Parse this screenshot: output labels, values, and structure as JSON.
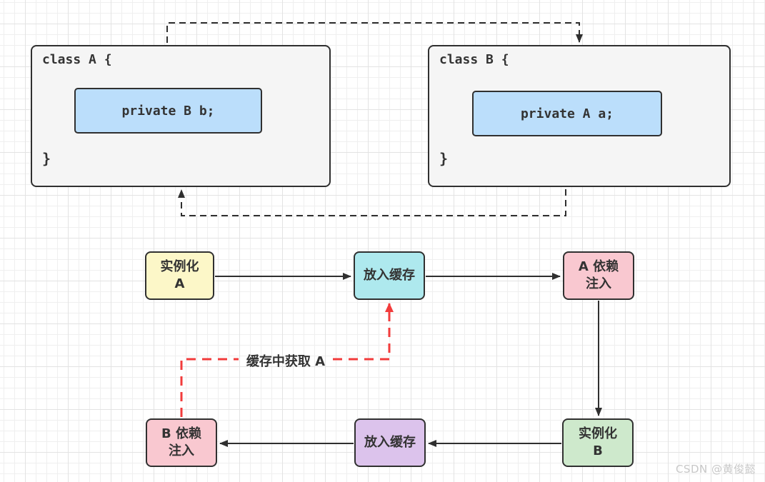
{
  "classes": {
    "class_a": {
      "header": "class A {",
      "field": "private B b;",
      "footer": "}"
    },
    "class_b": {
      "header": "class B {",
      "field": "private A a;",
      "footer": "}"
    }
  },
  "flow": {
    "instantiate_a": "实例化\nA",
    "put_in_cache_top": "放入缓存",
    "a_dependency_injection": "A 依赖\n注入",
    "instantiate_b": "实例化\nB",
    "put_in_cache_bottom": "放入缓存",
    "b_dependency_injection": "B 依赖\n注入",
    "cache_fetch_label": "缓存中获取 A"
  },
  "watermark": "CSDN @黄俊懿",
  "colors": {
    "class_fill": "#f5f5f5",
    "field_fill": "#bbdefb",
    "node_yellow": "#fcf7c8",
    "node_cyan": "#aee9ee",
    "node_pink": "#f9c8d0",
    "node_green": "#cee9cc",
    "node_purple": "#dcc3ec",
    "arrow_black": "#2f2f2f",
    "arrow_red": "#f23b3b",
    "watermark_gray": "#c8c8c8"
  }
}
